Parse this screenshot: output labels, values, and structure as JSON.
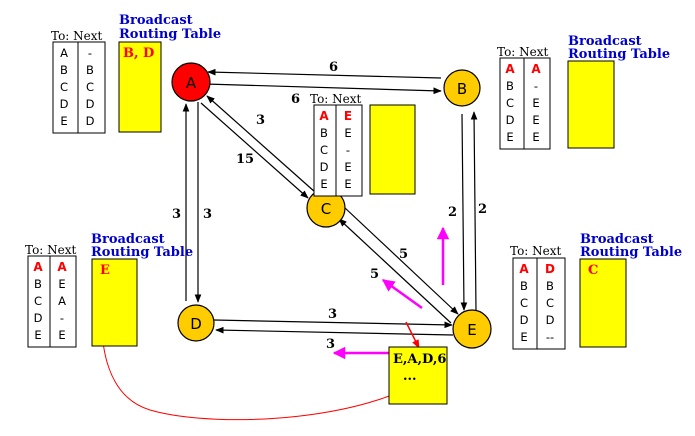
{
  "colors": {
    "node_fill": "#ffcc00",
    "source_node_fill": "#ff0000",
    "table_fill": "#ffff00",
    "title_blue": "#0000cc",
    "highlight_red": "#ff0000",
    "flow_arrow": "#ff00ff"
  },
  "nodes": {
    "A": {
      "label": "A"
    },
    "B": {
      "label": "B"
    },
    "C": {
      "label": "C"
    },
    "D": {
      "label": "D"
    },
    "E": {
      "label": "E"
    }
  },
  "link_weights": {
    "AB_top": "6",
    "AB_bottom": "6",
    "AC_upper": "3",
    "AC_lower": "15",
    "AD_left": "3",
    "AD_right": "3",
    "BE_left": "2",
    "BE_right": "2",
    "CE_upper": "5",
    "CE_lower": "5",
    "DE_top": "3",
    "DE_bottom": "3"
  },
  "tables": {
    "A": {
      "header": "To: Next",
      "to": [
        "A",
        "B",
        "C",
        "D",
        "E"
      ],
      "next": [
        "-",
        "B",
        "C",
        "D",
        "D"
      ],
      "broadcast_title": [
        "Broadcast",
        "Routing Table"
      ],
      "broadcast_content": "B, D"
    },
    "B": {
      "header": "To: Next",
      "to": [
        "A",
        "B",
        "C",
        "D",
        "E"
      ],
      "next": [
        "A",
        "-",
        "E",
        "E",
        "E"
      ],
      "broadcast_title": [
        "Broadcast",
        "Routing Table"
      ],
      "broadcast_content": ""
    },
    "C": {
      "header": "To: Next",
      "to": [
        "A",
        "B",
        "C",
        "D",
        "E"
      ],
      "next": [
        "E",
        "E",
        "-",
        "E",
        "E"
      ],
      "broadcast_content": ""
    },
    "D": {
      "header": "To: Next",
      "to": [
        "A",
        "B",
        "C",
        "D",
        "E"
      ],
      "next": [
        "A",
        "E",
        "A",
        "-",
        "E"
      ],
      "broadcast_title": [
        "Broadcast",
        "Routing Table"
      ],
      "broadcast_content": "E"
    },
    "E": {
      "header": "To: Next",
      "to": [
        "A",
        "B",
        "C",
        "D",
        "E"
      ],
      "next": [
        "D",
        "B",
        "C",
        "D",
        "--"
      ],
      "broadcast_title": [
        "Broadcast",
        "Routing Table"
      ],
      "broadcast_content": "C"
    }
  },
  "packet": {
    "line1": "E,A,D,6",
    "line2": "..."
  }
}
